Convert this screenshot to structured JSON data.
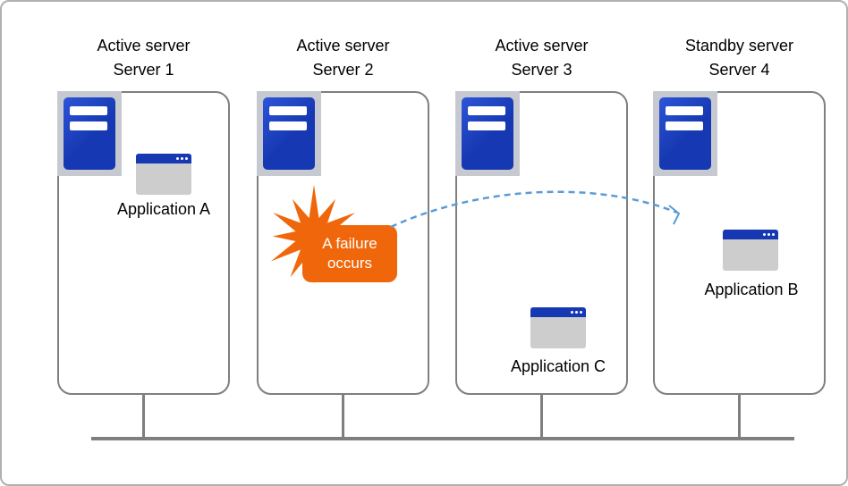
{
  "servers": [
    {
      "role": "Active server",
      "name": "Server 1",
      "app": "Application A"
    },
    {
      "role": "Active server",
      "name": "Server 2"
    },
    {
      "role": "Active server",
      "name": "Server 3",
      "app": "Application C"
    },
    {
      "role": "Standby server",
      "name": "Server 4",
      "app": "Application B"
    }
  ],
  "failure_label": "A failure occurs",
  "icons": {
    "server": "server-tower-icon",
    "application": "app-window-icon",
    "failure": "explosion-burst-icon",
    "failover": "dashed-curved-arrow-icon"
  },
  "colors": {
    "server_blue": "#1638B2",
    "accent_orange": "#F0670B",
    "arrow_blue": "#5B9BD5",
    "line_gray": "#7F7F7F",
    "icon_frame_gray": "#C6CAD0",
    "app_body_gray": "#CDCDCD"
  }
}
